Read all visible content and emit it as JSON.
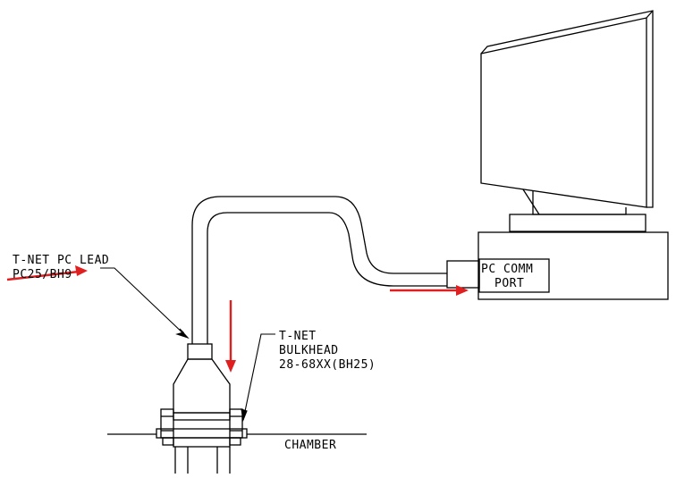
{
  "labels": {
    "pc_lead": [
      "T-NET PC LEAD",
      "PC25/BH9"
    ],
    "bulkhead": [
      "T-NET",
      "BULKHEAD",
      "28-68XX(BH25)"
    ],
    "chamber": "CHAMBER",
    "port": [
      "PC COMM",
      "PORT"
    ]
  },
  "colors": {
    "line": "#000000",
    "arrow": "#e02020",
    "background": "#ffffff"
  }
}
